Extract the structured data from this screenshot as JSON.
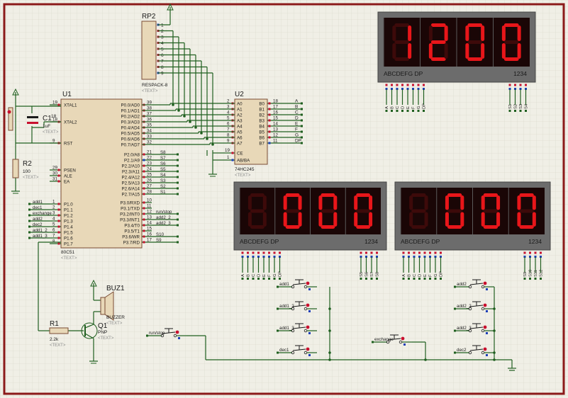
{
  "components": {
    "rp2": {
      "ref": "RP2",
      "part": "RESPACK-8",
      "text": "<TEXT>",
      "pins": [
        "1",
        "2",
        "3",
        "4",
        "5",
        "6",
        "7",
        "8",
        "9"
      ]
    },
    "u1": {
      "ref": "U1",
      "part": "80C51",
      "text": "<TEXT>",
      "left_pins": [
        {
          "num": "19",
          "name": "XTAL1"
        },
        {
          "num": "18",
          "name": "XTAL2"
        },
        {
          "num": "9",
          "name": "RST"
        },
        {
          "num": "29",
          "name": "PSEN"
        },
        {
          "num": "30",
          "name": "ALE"
        },
        {
          "num": "31",
          "name": "EA"
        },
        {
          "num": "1",
          "name": "P1.0"
        },
        {
          "num": "2",
          "name": "P1.1"
        },
        {
          "num": "3",
          "name": "P1.2"
        },
        {
          "num": "4",
          "name": "P1.3"
        },
        {
          "num": "5",
          "name": "P1.4"
        },
        {
          "num": "6",
          "name": "P1.5"
        },
        {
          "num": "7",
          "name": "P1.6"
        },
        {
          "num": "8",
          "name": "P1.7"
        }
      ],
      "p1_nets": [
        "add1",
        "dec1",
        "exchange",
        "add2",
        "dec2",
        "add1_2",
        "add1_3"
      ],
      "right_p0": [
        {
          "num": "39",
          "name": "P0.0/AD0"
        },
        {
          "num": "38",
          "name": "P0.1/AD1"
        },
        {
          "num": "37",
          "name": "P0.2/AD2"
        },
        {
          "num": "36",
          "name": "P0.3/AD3"
        },
        {
          "num": "35",
          "name": "P0.4/AD4"
        },
        {
          "num": "34",
          "name": "P0.5/AD5"
        },
        {
          "num": "33",
          "name": "P0.6/AD6"
        },
        {
          "num": "32",
          "name": "P0.7/AD7"
        }
      ],
      "right_p2": [
        {
          "num": "21",
          "name": "P2.0/A8",
          "net": "S8"
        },
        {
          "num": "22",
          "name": "P2.1/A9",
          "net": "S7"
        },
        {
          "num": "23",
          "name": "P2.2/A10",
          "net": "S6"
        },
        {
          "num": "24",
          "name": "P2.3/A11",
          "net": "S5"
        },
        {
          "num": "25",
          "name": "P2.4/A12",
          "net": "S4"
        },
        {
          "num": "26",
          "name": "P2.5/A13",
          "net": "S3"
        },
        {
          "num": "27",
          "name": "P2.6/A14",
          "net": "S2"
        },
        {
          "num": "28",
          "name": "P2.7/A15",
          "net": "S1"
        }
      ],
      "right_p3": [
        {
          "num": "10",
          "name": "P3.0/RXD",
          "net": ""
        },
        {
          "num": "11",
          "name": "P3.1/TXD",
          "net": ""
        },
        {
          "num": "12",
          "name": "P3.2/INT0",
          "net": "run/stop"
        },
        {
          "num": "13",
          "name": "P3.3/INT1",
          "net": "add2_2"
        },
        {
          "num": "14",
          "name": "P3.4/T0",
          "net": "add2_3"
        },
        {
          "num": "15",
          "name": "P3.5/T1",
          "net": ""
        },
        {
          "num": "16",
          "name": "P3.6/WR",
          "net": "S10"
        },
        {
          "num": "17",
          "name": "P3.7/RD",
          "net": "S9"
        }
      ]
    },
    "u2": {
      "ref": "U2",
      "part": "74HC245",
      "text": "<TEXT>",
      "a_pins": [
        {
          "num": "2",
          "name": "A0"
        },
        {
          "num": "3",
          "name": "A1"
        },
        {
          "num": "4",
          "name": "A2"
        },
        {
          "num": "5",
          "name": "A3"
        },
        {
          "num": "6",
          "name": "A4"
        },
        {
          "num": "7",
          "name": "A5"
        },
        {
          "num": "8",
          "name": "A6"
        },
        {
          "num": "9",
          "name": "A7"
        }
      ],
      "b_pins": [
        {
          "num": "18",
          "name": "B0",
          "net": "A"
        },
        {
          "num": "17",
          "name": "B1",
          "net": "B"
        },
        {
          "num": "16",
          "name": "B2",
          "net": "C"
        },
        {
          "num": "15",
          "name": "B3",
          "net": "D"
        },
        {
          "num": "14",
          "name": "B4",
          "net": "E"
        },
        {
          "num": "13",
          "name": "B5",
          "net": "F"
        },
        {
          "num": "12",
          "name": "B6",
          "net": "G"
        },
        {
          "num": "11",
          "name": "B7",
          "net": "DP"
        }
      ],
      "ce_num": "19",
      "ce_name": "CE",
      "dir_num": "1",
      "dir_name": "AB/BA"
    },
    "c1": {
      "ref": "C1",
      "value": "1uF",
      "text": "<TEXT>"
    },
    "r2": {
      "ref": "R2",
      "value": "100",
      "text": "<TEXT>"
    },
    "r1": {
      "ref": "R1",
      "value": "2.2k",
      "text": "<TEXT>"
    },
    "q1": {
      "ref": "Q1",
      "value": "PNP",
      "text": "<TEXT>"
    },
    "buz1": {
      "ref": "BUZ1",
      "value": "BUZZER",
      "text": "<TEXT>"
    },
    "crystal": {
      "pin": "18"
    }
  },
  "displays": {
    "top": {
      "digits": "1200",
      "seg_label": "ABCDEFG DP",
      "dig_label": "1234",
      "seg_nets": [
        "A",
        "B",
        "C",
        "D",
        "E",
        "F",
        "G",
        "DP"
      ],
      "dig_nets": [
        "S1",
        "S2",
        "S3",
        "S4"
      ]
    },
    "mid_left": {
      "digits": "000",
      "seg_label": "ABCDEFG DP",
      "dig_label": "1234",
      "seg_nets": [
        "A",
        "B",
        "C",
        "D",
        "E",
        "F",
        "G",
        "DP"
      ],
      "dig_nets": [
        "S5",
        "S6",
        "S7",
        "S8"
      ]
    },
    "mid_right": {
      "digits": "000",
      "seg_label": "ABCDEFG DP",
      "dig_label": "1234",
      "seg_nets": [
        "A",
        "B",
        "C",
        "D",
        "E",
        "F",
        "G",
        "DP"
      ],
      "dig_nets": [
        "S9",
        "S10",
        "S11",
        "S12"
      ]
    }
  },
  "switches": {
    "left": [
      "add1",
      "add1_2",
      "add1_3",
      "dec1"
    ],
    "right": [
      "add2",
      "add2_2",
      "add2_3",
      "dec2"
    ],
    "run": "run/stop",
    "exchange": "exchange"
  },
  "colors": {
    "background": "#f0efe6",
    "grid": "#d6d5c8",
    "frame": "#8b1a1a",
    "chip_fill": "#e8d8b8",
    "chip_stroke": "#7a4b34",
    "wire": "#1f5f1f",
    "pin_red": "#c8102e",
    "pin_blue": "#1d3fb8",
    "display_bezel": "#6c6c6c",
    "display_face": "#1a0606",
    "segment_on": "#e8161a",
    "segment_off": "#3d0a0a",
    "text_dark": "#1a1a1a",
    "text_gray": "#8c8c8c"
  }
}
